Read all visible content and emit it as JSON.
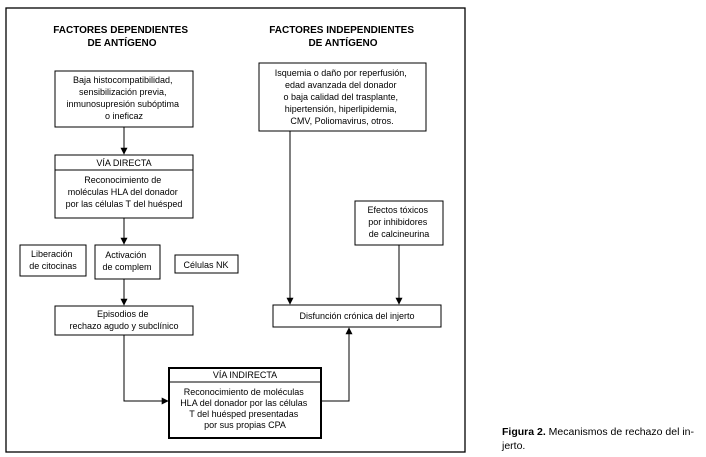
{
  "headers": {
    "dependent": [
      "FACTORES DEPENDIENTES",
      "DE ANTÍGENO"
    ],
    "independent": [
      "FACTORES INDEPENDIENTES",
      "DE ANTÍGENO"
    ]
  },
  "nodes": {
    "factors_box": [
      "Baja histocompatibilidad,",
      "sensibilización previa,",
      "inmunosupresión subóptima",
      "o ineficaz"
    ],
    "via_directa_title": "VÍA DIRECTA",
    "via_directa_body": [
      "Reconocimiento de",
      "moléculas HLA del donador",
      "por las células T del huésped"
    ],
    "liberacion": [
      "Liberación",
      "de citocinas"
    ],
    "activacion": [
      "Activación",
      "de complem"
    ],
    "nk": "Células NK",
    "episodios": [
      "Episodios de",
      "rechazo agudo y subclínico"
    ],
    "via_indirecta_title": "VÍA INDIRECTA",
    "via_indirecta_body": [
      "Reconocimiento  de moléculas",
      "HLA del donador por las células",
      "T del huésped presentadas",
      "por sus propias CPA"
    ],
    "isquemia": [
      "Isquemia o daño por reperfusión,",
      "edad avanzada del donador",
      "o baja calidad del trasplante,",
      "hipertensión, hiperlipidemia,",
      "CMV, Poliomavirus, otros."
    ],
    "efectos": [
      "Efectos tóxicos",
      "por inhibidores",
      "de calcineurina"
    ],
    "disfuncion": "Disfunción crónica del injerto"
  },
  "caption": {
    "label": "Figura 2.",
    "text_line1": " Mecanismos de rechazo del in-",
    "text_line2": "jerto."
  }
}
